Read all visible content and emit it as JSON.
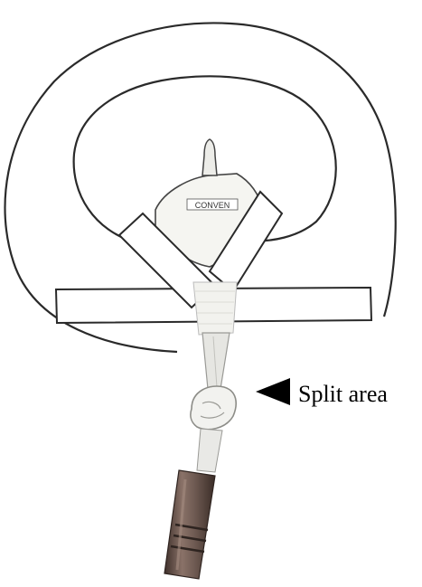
{
  "figure": {
    "colors": {
      "background": "#ffffff",
      "outline": "#2a2a2a",
      "connector_dark": "#5a4a44",
      "connector_mid": "#8a7268",
      "tubing": "#e6e6e2"
    },
    "annotation": {
      "label": "Split area",
      "pointer_icon": "left-pointing-triangle"
    },
    "device_imprint": {
      "brand_text": "CONVEN"
    }
  }
}
